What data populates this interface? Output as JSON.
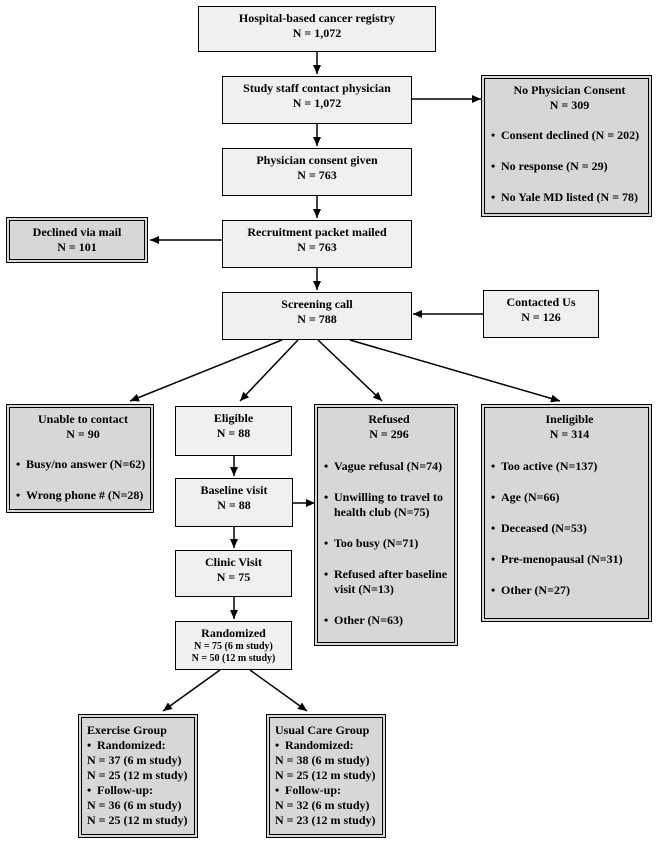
{
  "registry": {
    "title": "Hospital-based cancer registry",
    "n": "N = 1,072"
  },
  "contact_physician": {
    "title": "Study staff contact physician",
    "n": "N = 1,072"
  },
  "no_consent": {
    "title": "No Physician Consent",
    "n": "N = 309",
    "items": [
      "Consent declined  (N = 202)",
      "No response (N = 29)",
      "No Yale MD listed (N = 78)"
    ]
  },
  "consent_given": {
    "title": "Physician consent given",
    "n": "N = 763"
  },
  "packet": {
    "title": "Recruitment packet mailed",
    "n": "N = 763"
  },
  "declined_mail": {
    "title": "Declined via mail",
    "n": "N = 101"
  },
  "screening": {
    "title": "Screening call",
    "n": "N = 788"
  },
  "contacted_us": {
    "title": "Contacted Us",
    "n": "N = 126"
  },
  "unable": {
    "title": "Unable to contact",
    "n": "N = 90",
    "items": [
      "Busy/no answer (N=62)",
      "Wrong phone # (N=28)"
    ]
  },
  "eligible": {
    "title": "Eligible",
    "n": "N = 88"
  },
  "refused": {
    "title": "Refused",
    "n": "N = 296",
    "items": [
      "Vague refusal (N=74)",
      "Unwilling to travel to health club (N=75)",
      "Too busy (N=71)",
      "Refused after baseline visit (N=13)",
      "Other (N=63)"
    ]
  },
  "ineligible": {
    "title": "Ineligible",
    "n": "N = 314",
    "items": [
      "Too active (N=137)",
      "Age (N=66)",
      "Deceased (N=53)",
      "Pre-menopausal (N=31)",
      "Other (N=27)"
    ]
  },
  "baseline": {
    "title": "Baseline visit",
    "n": "N = 88"
  },
  "clinic": {
    "title": "Clinic Visit",
    "n": "N = 75"
  },
  "randomized": {
    "title": "Randomized",
    "n1": "N = 75 (6 m study)",
    "n2": "N = 50 (12 m study)"
  },
  "exercise": {
    "title": "Exercise Group",
    "rand_label": "Randomized:",
    "r1": "N = 37 (6 m study)",
    "r2": "N = 25 (12 m study)",
    "fu_label": "Follow-up:",
    "f1": "N = 36 (6 m study)",
    "f2": "N = 25 (12 m study)"
  },
  "usual": {
    "title": "Usual Care Group",
    "rand_label": "Randomized:",
    "r1": "N = 38 (6 m study)",
    "r2": "N = 25 (12 m study)",
    "fu_label": "Follow-up:",
    "f1": "N = 32 (6 m study)",
    "f2": "N = 23 (12 m study)"
  }
}
